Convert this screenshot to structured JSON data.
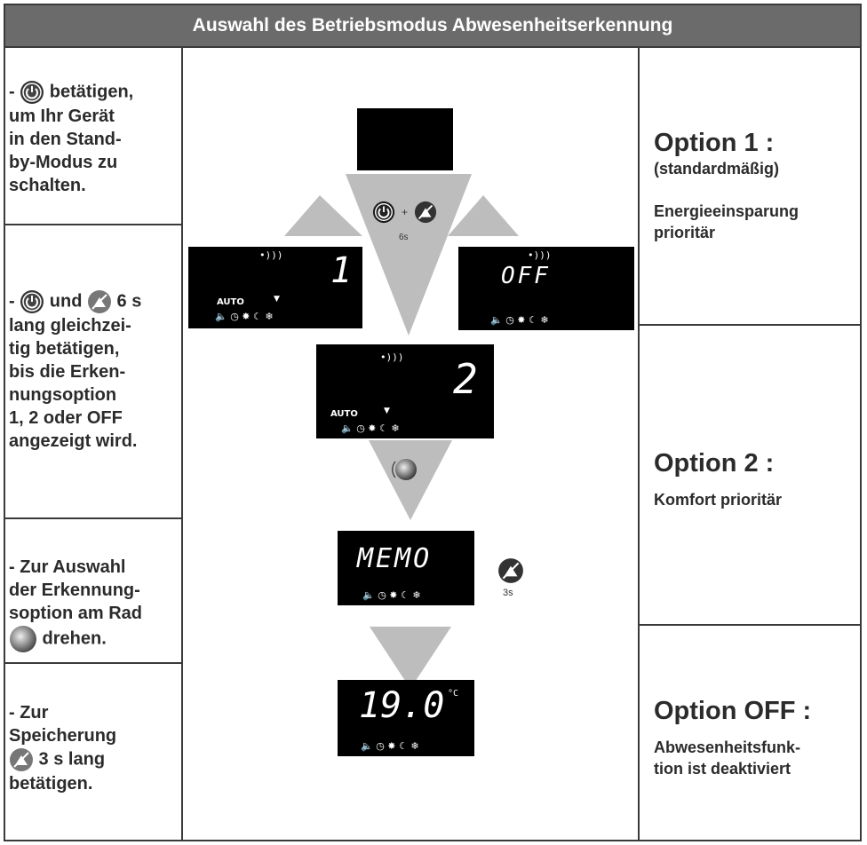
{
  "header": {
    "title": "Auswahl des Betriebsmodus Abwesenheitserkennung"
  },
  "left": {
    "step1": {
      "line1_pre": "- ",
      "line1_post": " betätigen,",
      "rest": [
        "um Ihr Gerät",
        "in den Stand-",
        "by-Modus zu",
        "schalten."
      ]
    },
    "step2": {
      "pre": "- ",
      "mid": " und ",
      "post": " 6 s",
      "rest": [
        "lang gleichzei-",
        "tig betätigen,",
        "bis die Erken-",
        "nungsoption",
        "1, 2 oder OFF",
        "angezeigt wird."
      ]
    },
    "step3": {
      "lines": [
        "- Zur Auswahl",
        "der Erkennung-",
        "soption am Rad"
      ],
      "last": " drehen."
    },
    "step4": {
      "lines": [
        "- Zur",
        "Speicherung"
      ],
      "mid": " 3 s lang",
      "last": "betätigen."
    }
  },
  "right": {
    "opt1": {
      "title": "Option 1 :",
      "sub": "(standardmäßig)",
      "desc1": "Energieeinsparung",
      "desc2": "prioritär"
    },
    "opt2": {
      "title": "Option 2 :",
      "desc": "Komfort prioritär"
    },
    "opt3": {
      "title": "Option OFF :",
      "desc1": "Abwesenheitsfunk-",
      "desc2": "tion ist deaktiviert"
    }
  },
  "center": {
    "combo_plus": "+",
    "combo_time": "6s",
    "display_left_digit": "1",
    "display_right_text": "OFF",
    "display_mid_digit": "2",
    "auto_label": "AUTO",
    "display_memo": "MEMO",
    "memo_time": "3s",
    "display_temp": "19.0",
    "temp_unit": "°C",
    "icons_row": "🔈 ◷ ✸ ☾ ❄",
    "signal": "•)))"
  },
  "colors": {
    "header_bg": "#6b6b6b",
    "arrow": "#bdbdbd",
    "lcd": "#000000",
    "text": "#2b2b2b"
  }
}
